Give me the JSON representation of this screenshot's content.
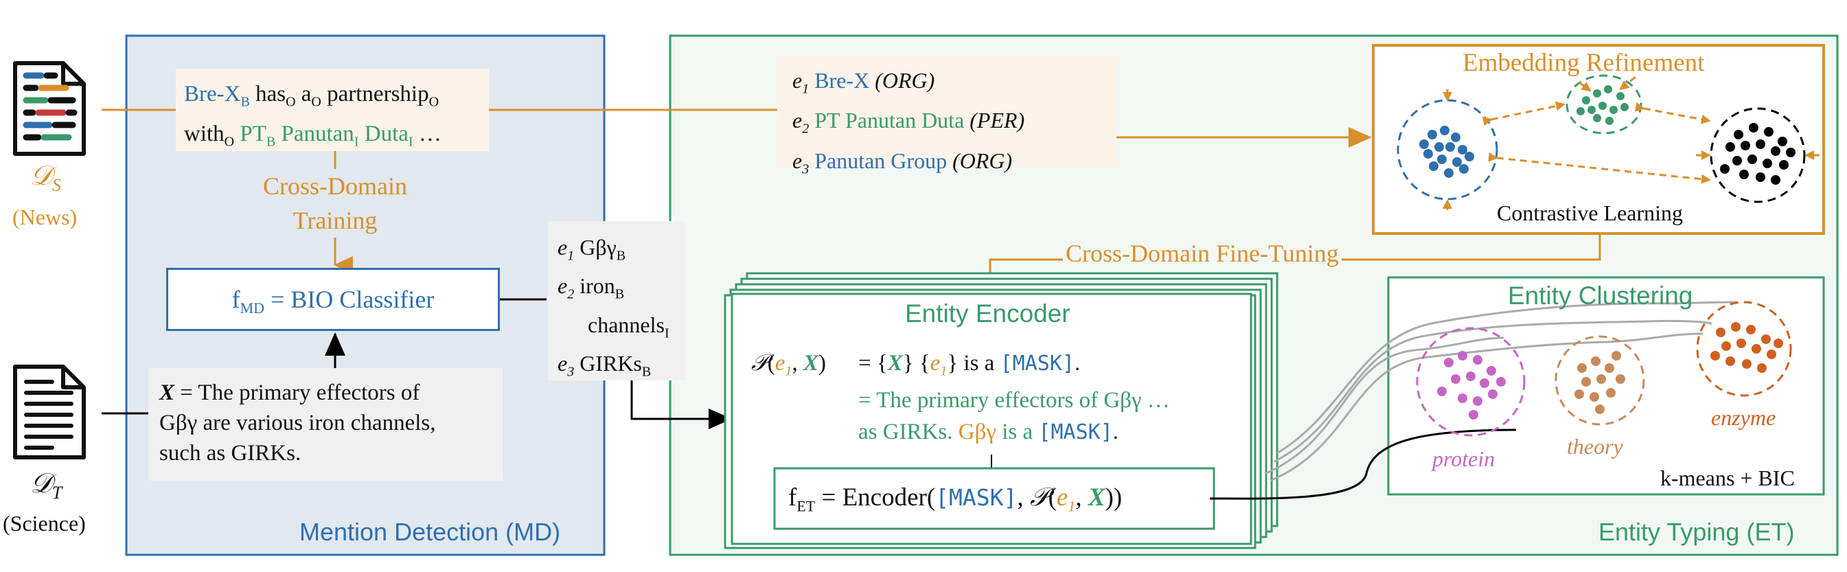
{
  "source_domain": {
    "symbol": "𝒟",
    "sub": "S",
    "caption": "(News)"
  },
  "target_domain": {
    "symbol": "𝒟",
    "sub": "T",
    "caption": "(Science)"
  },
  "md": {
    "title": "Mention Detection (MD)",
    "news_sentence": {
      "line1": [
        {
          "t": "Bre-X",
          "c": "blue"
        },
        {
          "t": "B",
          "c": "blue",
          "sub": true
        },
        {
          "t": " has",
          "c": "dark"
        },
        {
          "t": "O",
          "c": "dark",
          "sub": true
        },
        {
          "t": " a",
          "c": "dark"
        },
        {
          "t": "O",
          "c": "dark",
          "sub": true
        },
        {
          "t": " partnership",
          "c": "dark"
        },
        {
          "t": "O",
          "c": "dark",
          "sub": true
        }
      ],
      "line2": [
        {
          "t": "with",
          "c": "dark"
        },
        {
          "t": "O",
          "c": "dark",
          "sub": true
        },
        {
          "t": " PT",
          "c": "green"
        },
        {
          "t": "B",
          "c": "green",
          "sub": true
        },
        {
          "t": " Panutan",
          "c": "green"
        },
        {
          "t": "I",
          "c": "green",
          "sub": true
        },
        {
          "t": " Duta",
          "c": "green"
        },
        {
          "t": "I",
          "c": "green",
          "sub": true
        },
        {
          "t": " …",
          "c": "dark"
        }
      ]
    },
    "cross_domain_training": [
      "Cross-Domain",
      "Training"
    ],
    "classifier": {
      "f": "f",
      "sub": "MD",
      "rest": " = BIO Classifier"
    },
    "x_sentence": {
      "var": "X",
      "line1": " = The primary effectors of",
      "line2": "Gβγ are various iron channels,",
      "line3": "such as GIRKs."
    }
  },
  "md_mentions": [
    {
      "e": "e",
      "sub": "1",
      "text": "Gβγ",
      "tag": "B"
    },
    {
      "e": "e",
      "sub": "2",
      "text": "iron",
      "tag": "B",
      "text2": "channels",
      "tag2": "I"
    },
    {
      "e": "e",
      "sub": "3",
      "text": "GIRKs",
      "tag": "B"
    }
  ],
  "news_entities": [
    {
      "e": "e",
      "sub": "1",
      "name": "Bre-X",
      "type": "(ORG)",
      "color": "blue"
    },
    {
      "e": "e",
      "sub": "2",
      "name": "PT Panutan Duta",
      "type": "(PER)",
      "color": "green"
    },
    {
      "e": "e",
      "sub": "3",
      "name": "Panutan Group",
      "type": "(ORG)",
      "color": "blue"
    }
  ],
  "et": {
    "title": "Entity Typing (ET)",
    "embedding_refinement": "Embedding Refinement",
    "contrastive_learning": "Contrastive Learning",
    "fine_tuning": "Cross-Domain Fine-Tuning",
    "encoder_title": "Entity Encoder",
    "prompt": {
      "p": "𝒫",
      "open": "(",
      "e1": "e",
      "e1sub": "1",
      "comma": ", ",
      "x": "X",
      "close": ")",
      "eq1a": "= {",
      "eq1x": "X",
      "eq1b": "} {",
      "eq1e": "e",
      "eq1esub": "1",
      "eq1c": "} is a ",
      "mask": "[MASK]",
      "period": ".",
      "eq2": "= The primary effectors of Gβγ …",
      "eq3a": "as GIRKs. ",
      "eq3g": "Gβγ",
      "eq3b": " is a "
    },
    "encoder_formula": {
      "f": "f",
      "sub": "ET",
      "eq": " = Encoder(",
      "mask": "[MASK]",
      "comma": ", ",
      "p": "𝒫",
      "e1": "e",
      "e1sub": "1",
      "x": "X",
      "close": "))"
    },
    "clustering_title": "Entity Clustering",
    "clusters": [
      {
        "label": "protein",
        "color": "#c566c4"
      },
      {
        "label": "theory",
        "color": "#c8895a"
      },
      {
        "label": "enzyme",
        "color": "#d06020"
      }
    ],
    "kmeans": "k-means + BIC"
  },
  "colors": {
    "blue": "#2e6fad",
    "green": "#3a9a6a",
    "orange": "#d98f2b",
    "md_bg": "#e2e8ef",
    "et_bg": "#f1f8f4"
  }
}
